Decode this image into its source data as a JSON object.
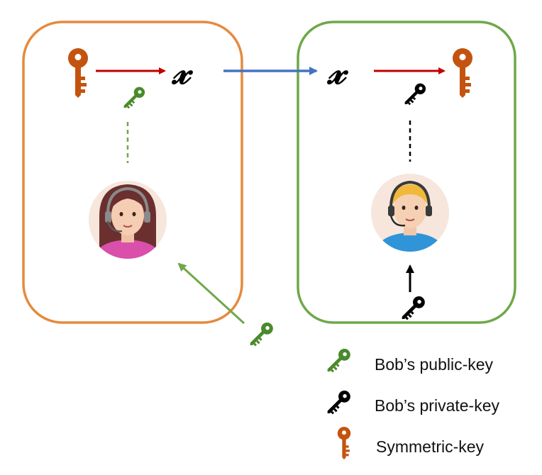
{
  "diagram": {
    "ciphertext_symbol": "𝓍",
    "legend": [
      {
        "label": "Bob’s public-key",
        "icon": "key-icon",
        "color": "#4a8a2c"
      },
      {
        "label": "Bob’s private-key",
        "icon": "key-icon",
        "color": "#000000"
      },
      {
        "label": "Symmetric-key",
        "icon": "key-icon",
        "color": "#c4530f"
      }
    ],
    "boxes": {
      "alice": {
        "border_color": "#e58a3f"
      },
      "bob": {
        "border_color": "#6fa84a"
      }
    },
    "arrow_colors": {
      "encrypt": "#c00000",
      "transmit": "#4472c4",
      "public_key_delivery": "#6fa84a",
      "private_key": "#000000"
    },
    "avatars": {
      "alice": "alice-avatar",
      "bob": "bob-avatar"
    }
  }
}
